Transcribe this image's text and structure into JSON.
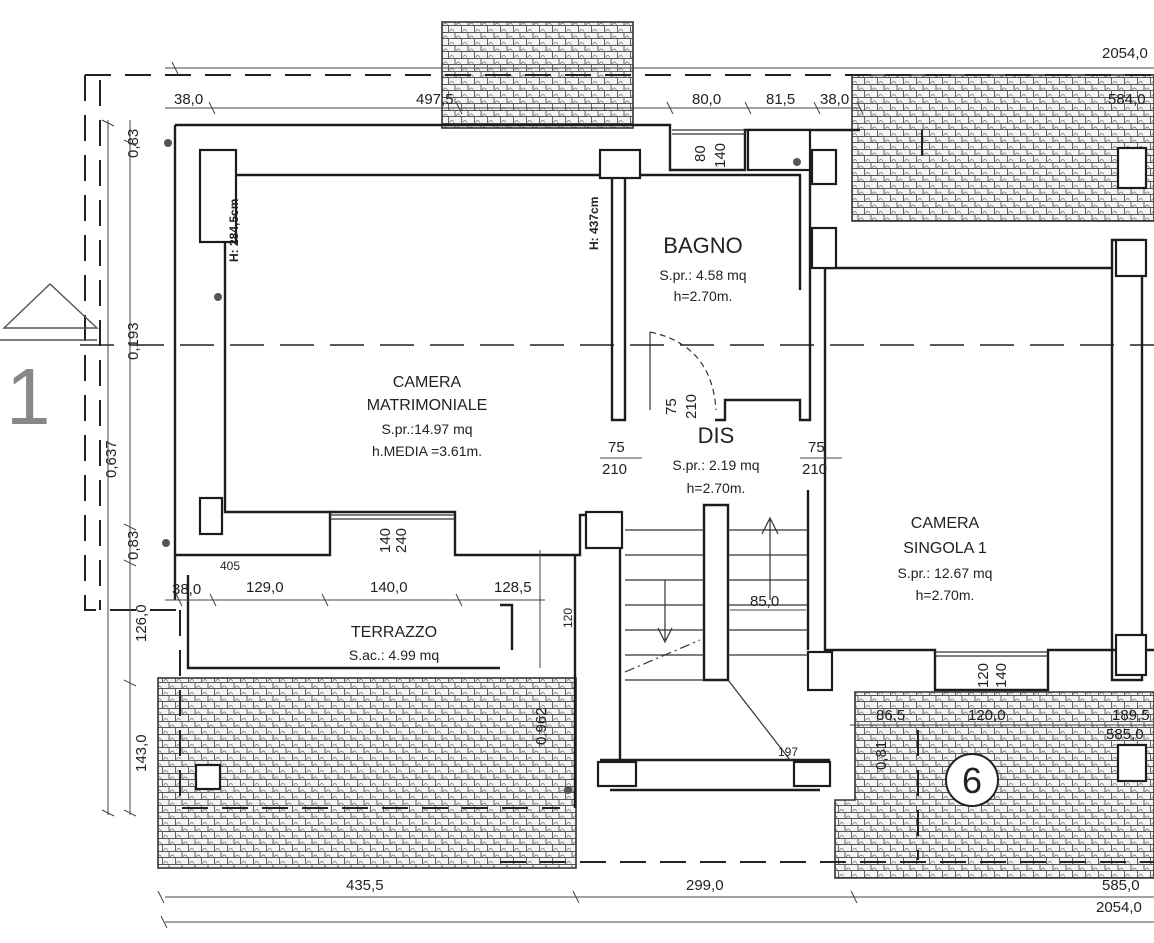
{
  "section_marker": {
    "number": "1"
  },
  "sheet_marker": {
    "number": "6"
  },
  "rooms": {
    "camera_matrimoniale": {
      "name_line1": "CAMERA",
      "name_line2": "MATRIMONIALE",
      "area": "S.pr.:14.97 mq",
      "height": "h.MEDIA =3.61m."
    },
    "bagno": {
      "name": "BAGNO",
      "area": "S.pr.: 4.58 mq",
      "height": "h=2.70m."
    },
    "dis": {
      "name": "DIS",
      "area": "S.pr.: 2.19 mq",
      "height": "h=2.70m."
    },
    "camera_singola": {
      "name_line1": "CAMERA",
      "name_line2": "SINGOLA 1",
      "area": "S.pr.: 12.67 mq",
      "height": "h=2.70m."
    },
    "terrazzo": {
      "name": "TERRAZZO",
      "area": "S.ac.: 4.99 mq"
    }
  },
  "heights": {
    "left_wall": "H: 284,5cm",
    "mid_wall": "H: 437cm"
  },
  "door_labels": {
    "dis_left": {
      "w": "75",
      "h": "210"
    },
    "dis_mid": {
      "w": "75",
      "h": "210"
    },
    "dis_right": {
      "w": "75",
      "h": "210"
    },
    "bagno_window": {
      "w": "80",
      "h": "140"
    },
    "terrace_window": {
      "w": "140",
      "h": "240"
    },
    "singola_window": {
      "w": "120",
      "h": "140"
    }
  },
  "dimensions": {
    "top_total": "2054,0",
    "top_1": "38,0",
    "top_2": "497,5",
    "top_3": "80,0",
    "top_4": "81,5",
    "top_5": "38,0",
    "top_right": "584,0",
    "left_1": "0,83",
    "left_2": "0,193",
    "left_3": "0,637",
    "left_4": "0,83",
    "left_5": "126,0",
    "left_6": "143,0",
    "terr_0": "405",
    "terr_1": "38,0",
    "terr_2": "129,0",
    "terr_3": "140,0",
    "terr_4": "128,5",
    "terr_side": "120",
    "terr_drop": "0,962",
    "stair_width": "85,0",
    "stair_corner": "197",
    "lower_1": "86,5",
    "lower_2": "120,0",
    "lower_3": "189,5",
    "lower_4": "585,0",
    "lower_side": "0,81",
    "bottom_1": "435,5",
    "bottom_2": "299,0",
    "bottom_3": "585,0",
    "bottom_total": "2054,0"
  },
  "colors": {
    "line": "#1c1c1c",
    "roof": "#5a5a5a",
    "paper": "#ffffff"
  }
}
